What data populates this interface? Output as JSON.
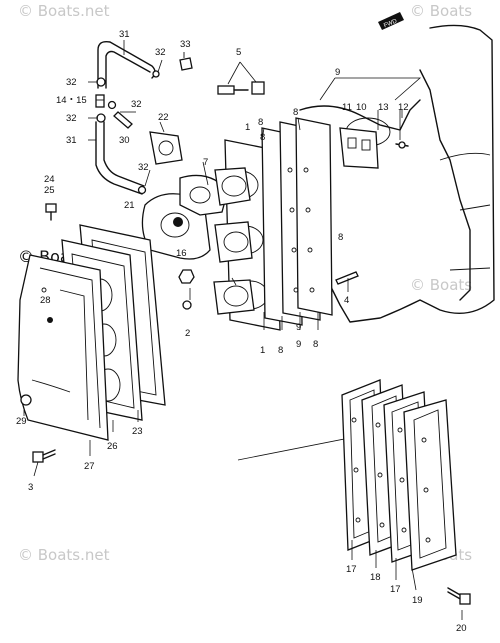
{
  "watermark": {
    "top_left": "© Boats.net",
    "top_right": "© Boats",
    "mid_left": "© Boats.net",
    "mid_right": "© Boats",
    "bottom_left": "© Boats.net",
    "bottom_right": "© Boats"
  },
  "fwd_badge": "FWD",
  "callouts": {
    "c31a": "31",
    "c32a": "32",
    "c33": "33",
    "c5": "5",
    "c32b": "32",
    "c1415": "14・15",
    "c32c": "32",
    "c32d": "32",
    "c31b": "31",
    "c30": "30",
    "c22": "22",
    "c32e": "32",
    "c9": "9",
    "c11": "11",
    "c10": "10",
    "c13": "13",
    "c12": "12",
    "c8a": "8",
    "c8b": "8",
    "c7": "7",
    "c1a": "1",
    "c8c": "8",
    "c8d": "8",
    "c24": "24",
    "c25": "25",
    "c21": "21",
    "c16": "16",
    "c28": "28",
    "c4": "4",
    "c2": "2",
    "c1b": "1",
    "c8e": "8",
    "c9b": "9",
    "c9c": "9",
    "c8f": "8",
    "c29": "29",
    "c26": "26",
    "c23": "23",
    "c27": "27",
    "c3": "3",
    "c17a": "17",
    "c18": "18",
    "c17b": "17",
    "c19": "19",
    "c20": "20"
  }
}
